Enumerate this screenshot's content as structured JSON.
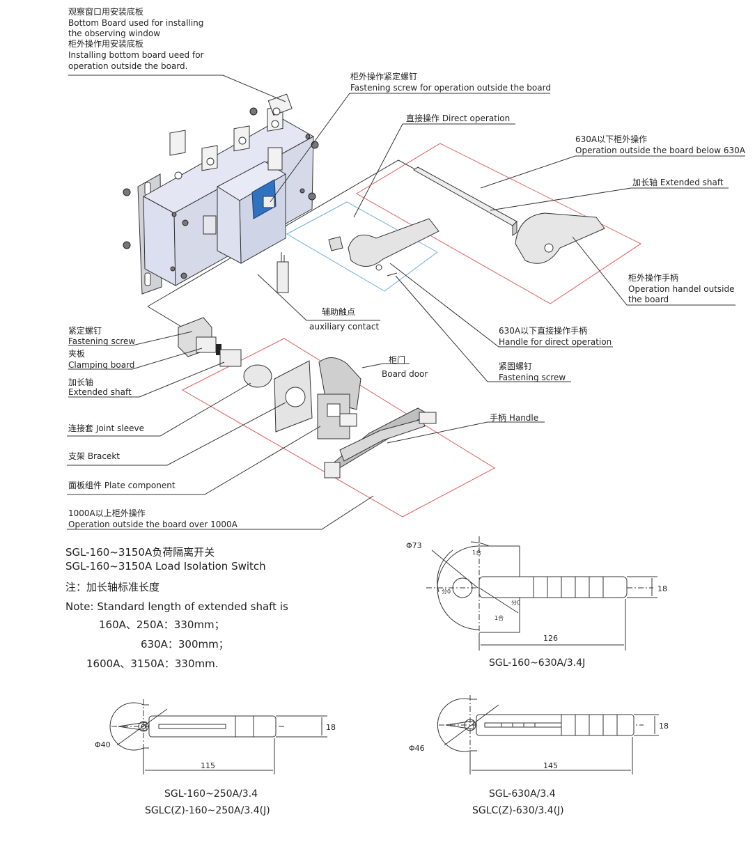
{
  "callouts": {
    "bottom_board": [
      "观察窗口用安装底板",
      "Bottom Board used for installing",
      "the observing window",
      "柜外操作用安装底板",
      "Installing bottom board ueed for",
      "operation outside the board."
    ],
    "fastening_screw_outside": [
      "柜外操作紧定螺钉",
      "Fastening screw for operation outside the board"
    ],
    "direct_operation": "直接操作  Direct operation",
    "op_below_630": [
      "630A以下柜外操作",
      "Operation outside the board below 630A"
    ],
    "extended_shaft_top": "加长轴  Extended shaft",
    "op_handle_outside": [
      "柜外操作手柄",
      "Operation handel outside",
      "the board"
    ],
    "auxiliary_contact": [
      "辅助触点",
      "auxiliary contact"
    ],
    "handle_direct": [
      "630A以下直接操作手柄",
      "Handle for direct operation"
    ],
    "fastening_screw_2": [
      "紧固螺钉",
      "Fastening screw"
    ],
    "fastening_screw_left": [
      "紧定螺钉",
      "Fastening screw"
    ],
    "clamping_board": [
      "夹板",
      "Clamping board"
    ],
    "extended_shaft_left": [
      "加长轴",
      "Extended shaft"
    ],
    "board_door": [
      "柜门",
      "Board door"
    ],
    "handle": "手柄  Handle",
    "joint_sleeve": "连接套  Joint sleeve",
    "bracket": "支架  Bracekt",
    "plate_component": "面板组件  Plate component",
    "op_over_1000": [
      "1000A以上柜外操作",
      "Operation outside the board over 1000A"
    ]
  },
  "notes": {
    "title_cn": "SGL-160~3150A负荷隔离开关",
    "title_en": "SGL-160~3150A Load Isolation Switch",
    "note_cn": "注：加长轴标准长度",
    "note_en": "Note: Standard length of extended shaft is",
    "line1": "160A、250A：330mm；",
    "line2": "630A：300mm；",
    "line3": "1600A、3150A：330mm."
  },
  "drawings": {
    "d1": {
      "dia": "Φ73",
      "width": "126",
      "height": "18",
      "caption": "SGL-160~630A/3.4J",
      "mark_on": "1合",
      "mark_off": "分0",
      "mark_on2": "1合",
      "mark_off2": "分0"
    },
    "d2": {
      "dia": "Φ40",
      "width": "115",
      "height": "18",
      "caption1": "SGL-160~250A/3.4",
      "caption2": "SGLC(Z)-160~250A/3.4(J)"
    },
    "d3": {
      "dia": "Φ46",
      "width": "145",
      "height": "18",
      "caption1": "SGL-630A/3.4",
      "caption2": "SGLC(Z)-630/3.4(J)"
    }
  }
}
